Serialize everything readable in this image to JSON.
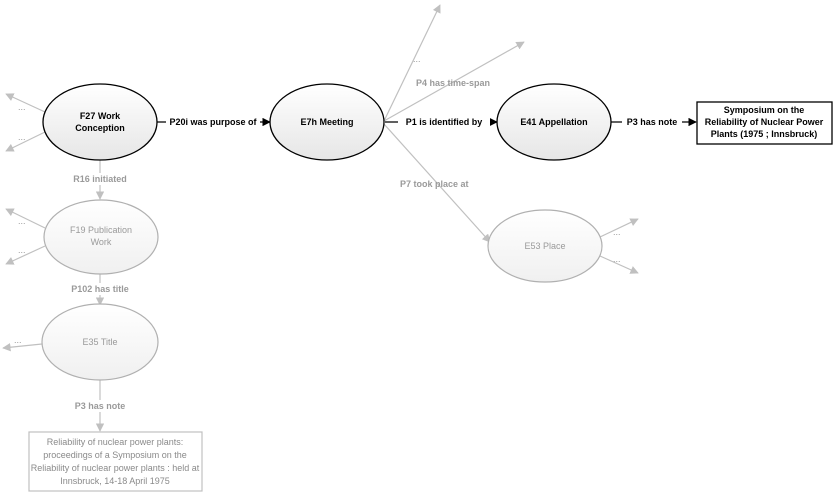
{
  "nodes": {
    "f27": {
      "lines": [
        "F27 Work",
        "Conception"
      ]
    },
    "e7h": {
      "lines": [
        "E7h Meeting"
      ]
    },
    "e41": {
      "lines": [
        "E41 Appellation"
      ]
    },
    "f19": {
      "lines": [
        "F19 Publication",
        "Work"
      ]
    },
    "e35": {
      "lines": [
        "E35 Title"
      ]
    },
    "e53": {
      "lines": [
        "E53 Place"
      ]
    }
  },
  "edges": {
    "p20i": "P20i was purpose of",
    "p1": "P1 is identified by",
    "p3_top": "P3 has note",
    "r16": "R16 initiated",
    "p102": "P102 has title",
    "p3_bottom": "P3 has note",
    "p4": "P4 has time-span",
    "p7": "P7 took place at"
  },
  "notes": {
    "symposium": [
      "Symposium on the",
      "Reliability of Nuclear Power",
      "Plants (1975 ; Innsbruck)"
    ],
    "reliability": [
      "Reliability of nuclear power plants:",
      "proceedings of a Symposium on the",
      "Reliability of nuclear power plants : held at",
      "Innsbruck, 14-18 April 1975"
    ]
  },
  "ellipsis": "..."
}
